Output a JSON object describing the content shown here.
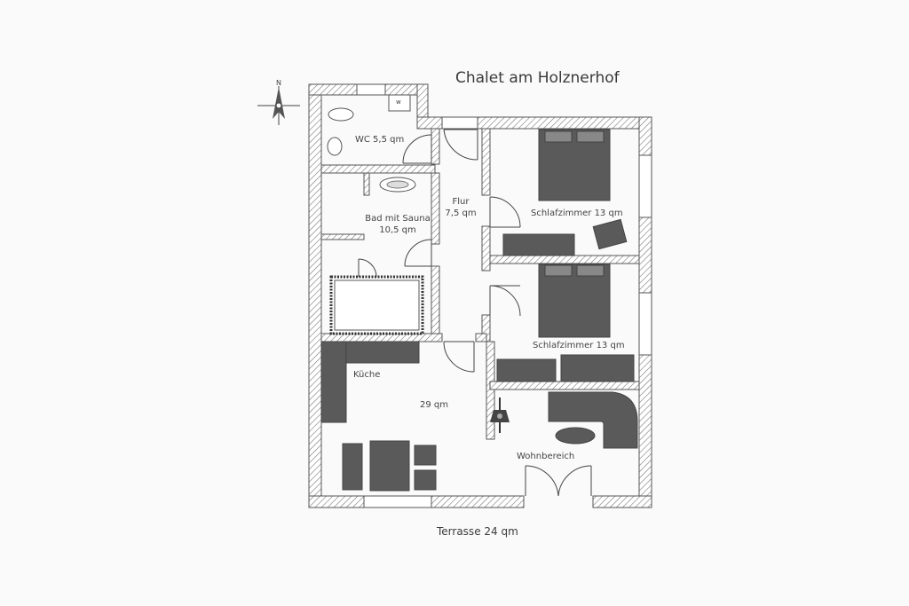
{
  "plan": {
    "title": "Chalet am Holznerhof",
    "compass_letter": "N",
    "terrace_label": "Terrasse 24 qm",
    "fixture_label": "w",
    "colors": {
      "wall_stroke": "#555555",
      "furniture": "#5a5a5a",
      "background": "#fafafa"
    },
    "rooms": [
      {
        "id": "wc",
        "lines": [
          "WC 5,5 qm"
        ]
      },
      {
        "id": "bad",
        "lines": [
          "Bad mit Sauna",
          "10,5 qm"
        ]
      },
      {
        "id": "flur",
        "lines": [
          "Flur",
          "7,5 qm"
        ]
      },
      {
        "id": "schlaf1",
        "lines": [
          "Schlafzimmer 13 qm"
        ]
      },
      {
        "id": "schlaf2",
        "lines": [
          "Schlafzimmer 13 qm"
        ]
      },
      {
        "id": "kueche",
        "lines": [
          "Küche"
        ]
      },
      {
        "id": "wohn-area",
        "lines": [
          "29 qm"
        ]
      },
      {
        "id": "wohnbereich",
        "lines": [
          "Wohnbereich"
        ]
      }
    ]
  }
}
